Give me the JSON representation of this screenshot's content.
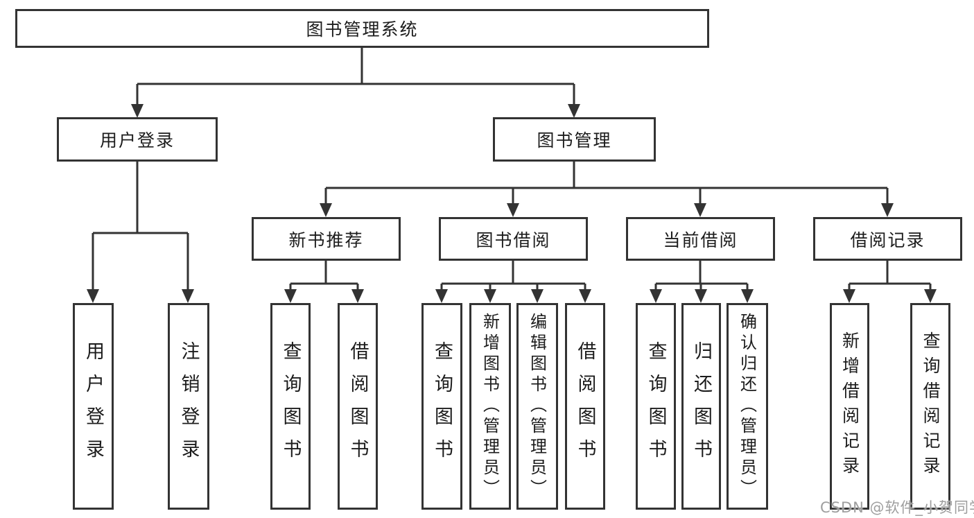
{
  "colors": {
    "line": "#333333",
    "box_border": "#333333",
    "box_fill": "#ffffff",
    "text": "#1c1c1c",
    "watermark": "#9e9e9e",
    "background": "#ffffff"
  },
  "watermark": "CSDN @软件_小贺同学",
  "tree": {
    "root": {
      "label": "图书管理系统",
      "children": [
        {
          "label": "用户登录",
          "children": [
            {
              "label": "用户登录"
            },
            {
              "label": "注销登录"
            }
          ]
        },
        {
          "label": "图书管理",
          "children": [
            {
              "label": "新书推荐",
              "children": [
                {
                  "label": "查询图书"
                },
                {
                  "label": "借阅图书"
                }
              ]
            },
            {
              "label": "图书借阅",
              "children": [
                {
                  "label": "查询图书"
                },
                {
                  "label": "新增图书（管理员）"
                },
                {
                  "label": "编辑图书（管理员）"
                },
                {
                  "label": "借阅图书"
                }
              ]
            },
            {
              "label": "当前借阅",
              "children": [
                {
                  "label": "查询图书"
                },
                {
                  "label": "归还图书"
                },
                {
                  "label": "确认归还（管理员）"
                }
              ]
            },
            {
              "label": "借阅记录",
              "children": [
                {
                  "label": "新增借阅记录"
                },
                {
                  "label": "查询借阅记录"
                }
              ]
            }
          ]
        }
      ]
    }
  }
}
